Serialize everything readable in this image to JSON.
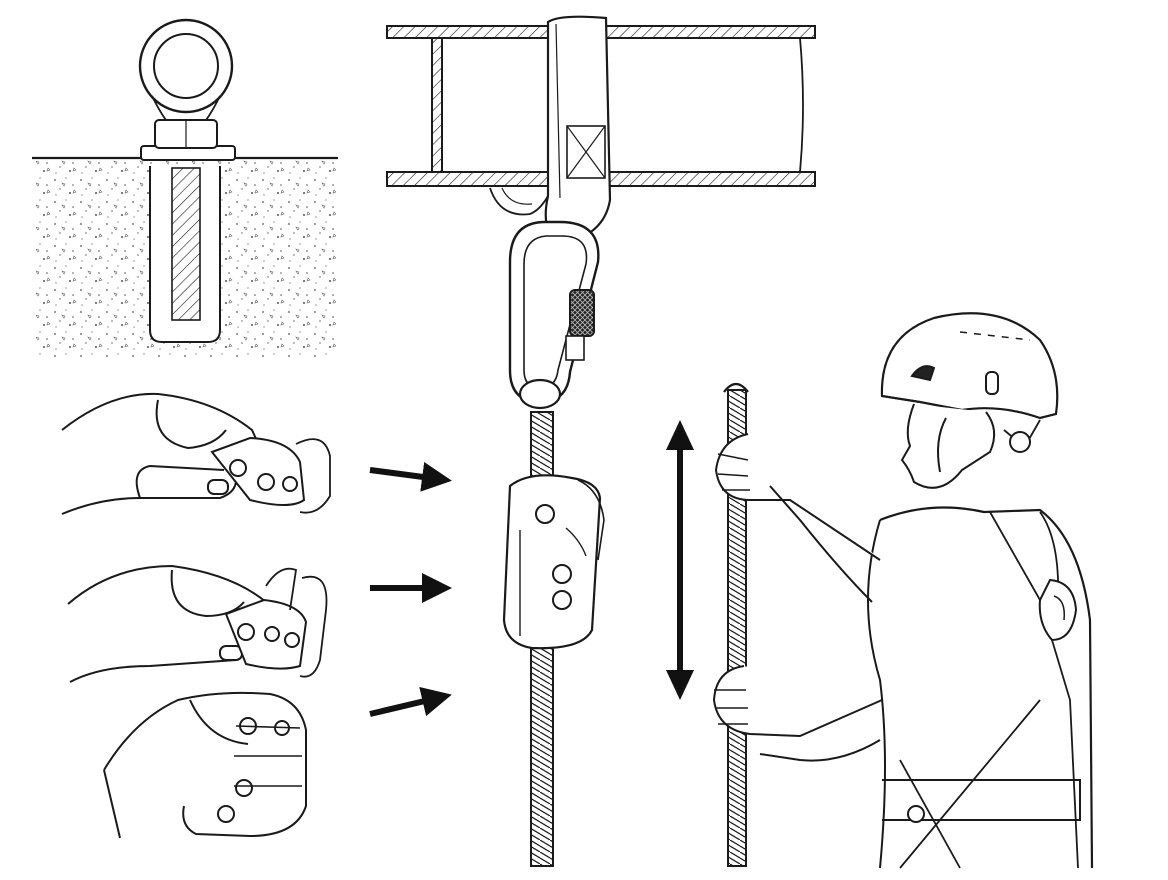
{
  "figure": {
    "background": "#ffffff",
    "ink_color": "#1a1a1a",
    "panels": [
      {
        "name": "anchor-eye-bolt-in-concrete"
      },
      {
        "name": "steel-i-beam-with-webbing-sling"
      },
      {
        "name": "locking-oval-carabiner"
      },
      {
        "name": "rope-grab-fall-arrester-on-rope"
      },
      {
        "name": "hand-operating-rope-grab-step-1"
      },
      {
        "name": "hand-operating-rope-grab-step-2"
      },
      {
        "name": "hand-holding-closed-rope-grab-step-3"
      },
      {
        "name": "worker-with-helmet-and-harness-holding-rope"
      }
    ],
    "arrows": [
      {
        "name": "step-arrow-1",
        "direction": "right"
      },
      {
        "name": "step-arrow-2",
        "direction": "right"
      },
      {
        "name": "step-arrow-3",
        "direction": "right"
      },
      {
        "name": "up-down-arrow",
        "direction": "up-down"
      }
    ]
  }
}
